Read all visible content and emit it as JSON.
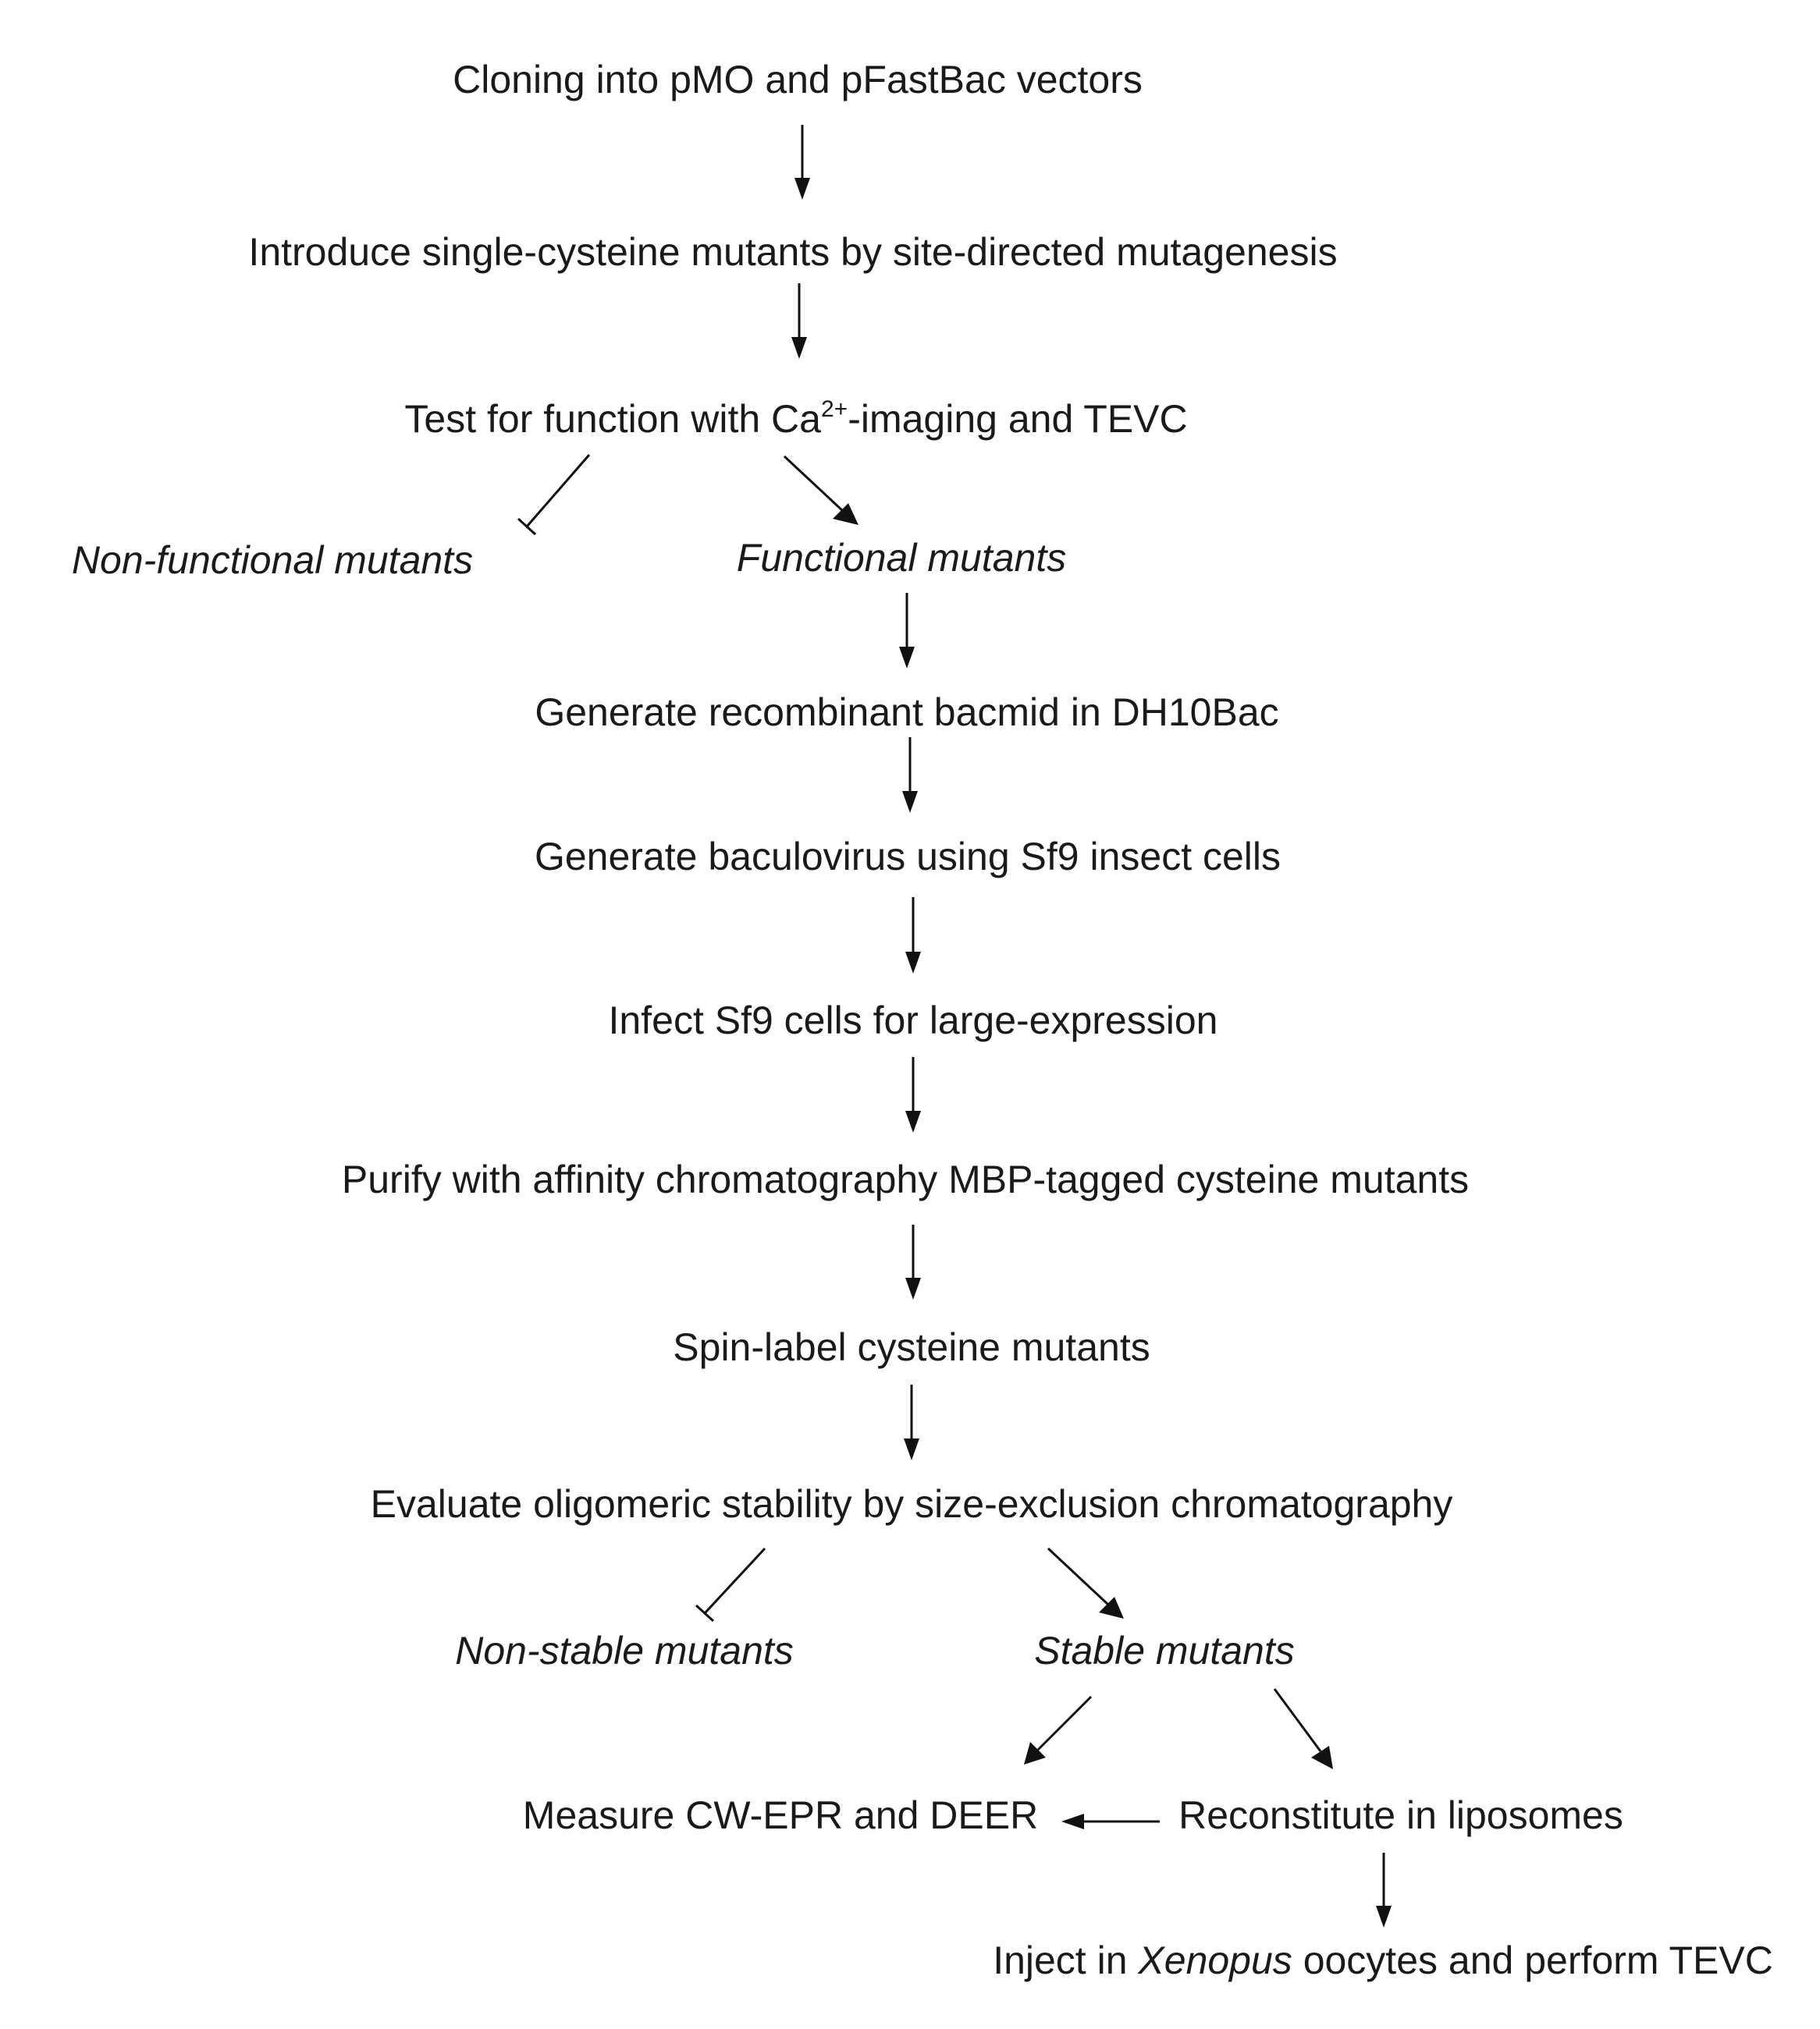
{
  "steps": {
    "cloning": "Cloning into pMO and pFastBac vectors",
    "mutagenesis": "Introduce single-cysteine mutants by site-directed mutagenesis",
    "test_function_prefix": "Test for function with Ca",
    "test_function_sup": "2+",
    "test_function_suffix": "-imaging and TEVC",
    "non_functional": "Non-functional mutants",
    "functional": "Functional mutants",
    "bacmid": "Generate recombinant bacmid in DH10Bac",
    "baculovirus": "Generate baculovirus using Sf9 insect cells",
    "infect": "Infect  Sf9 cells for large-expression",
    "purify": "Purify with affinity chromatography MBP-tagged cysteine mutants",
    "spin_label": "Spin-label cysteine mutants",
    "evaluate": "Evaluate oligomeric stability by size-exclusion chromatography",
    "non_stable": "Non-stable mutants",
    "stable": "Stable mutants",
    "measure": "Measure CW-EPR and DEER",
    "reconstitute": "Reconstitute in liposomes",
    "inject_prefix": "Inject in ",
    "inject_italic": "Xenopus",
    "inject_suffix": " oocytes and perform TEVC"
  }
}
